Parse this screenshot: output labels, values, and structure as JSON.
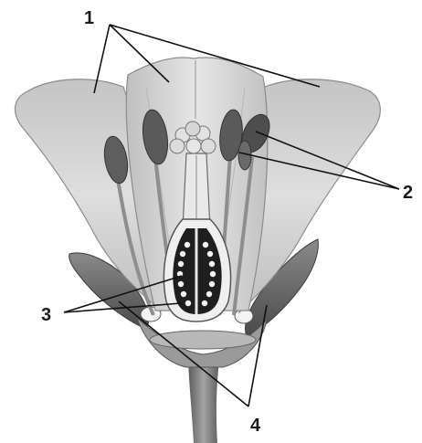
{
  "diagram": {
    "labels": [
      {
        "id": "petals",
        "text": "1"
      },
      {
        "id": "stamens",
        "text": "2"
      },
      {
        "id": "ovules",
        "text": "3"
      },
      {
        "id": "sepals",
        "text": "4"
      }
    ],
    "colors": {
      "background": "#ffffff",
      "petal": "#d6d6d6",
      "petal_dark": "#a9a9a9",
      "anther": "#5a5a5a",
      "ovary_inner": "#1e1e1e",
      "ovule": "#f2f2f2",
      "sepal": "#6e6e6e",
      "stem": "#7a7a7a"
    }
  }
}
